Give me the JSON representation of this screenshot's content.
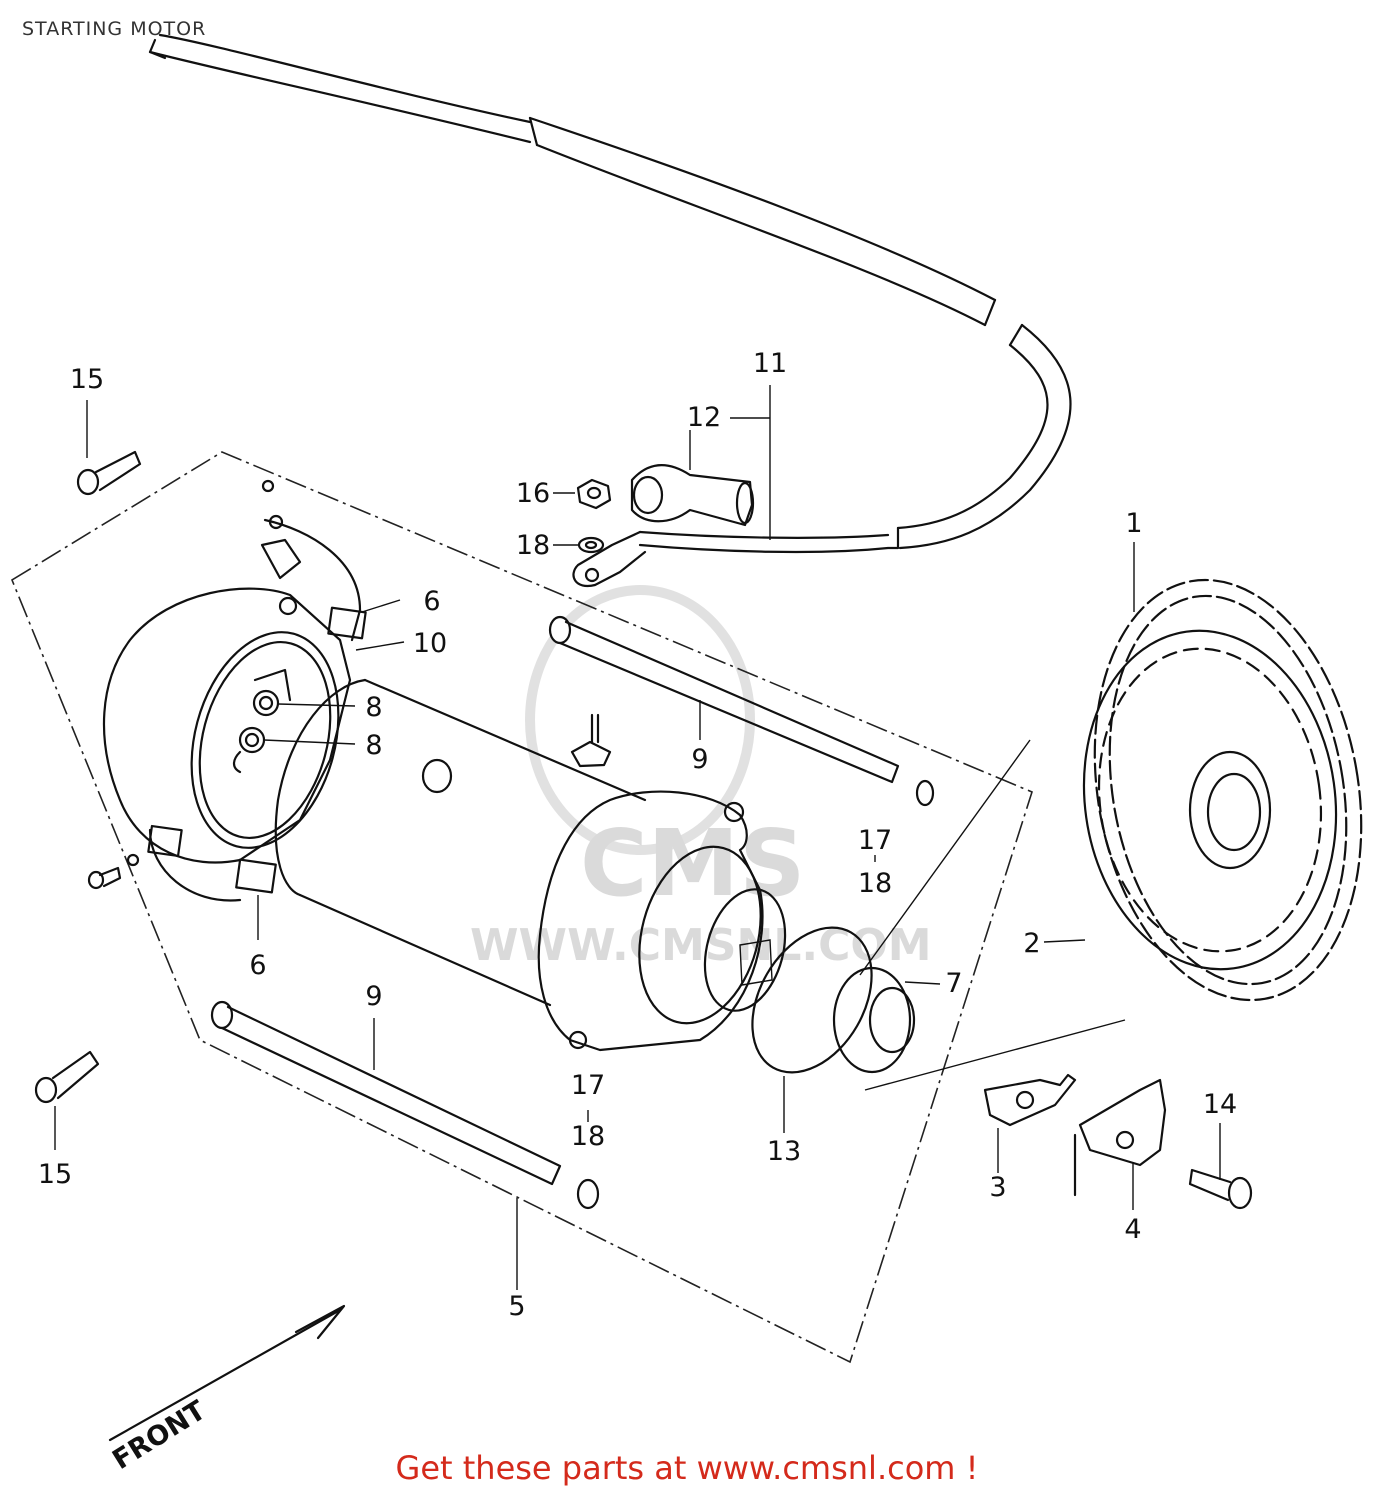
{
  "title": "STARTING MOTOR",
  "footer": "Get these parts at www.cmsnl.com !",
  "watermark": {
    "logo": "CMS",
    "url": "WWW.CMSNL.COM"
  },
  "front_label": "FRONT",
  "callouts": {
    "c1": "1",
    "c2": "2",
    "c3": "3",
    "c4": "4",
    "c5": "5",
    "c6a": "6",
    "c6b": "6",
    "c7": "7",
    "c8a": "8",
    "c8b": "8",
    "c9a": "9",
    "c9b": "9",
    "c10": "10",
    "c11": "11",
    "c12": "12",
    "c13": "13",
    "c14": "14",
    "c15a": "15",
    "c15b": "15",
    "c16": "16",
    "c17a": "17",
    "c17b": "17",
    "c18a": "18",
    "c18b": "18",
    "c18c": "18"
  },
  "colors": {
    "footer": "#d42a1b",
    "line": "#111111",
    "watermark": "#d7d7d7"
  }
}
